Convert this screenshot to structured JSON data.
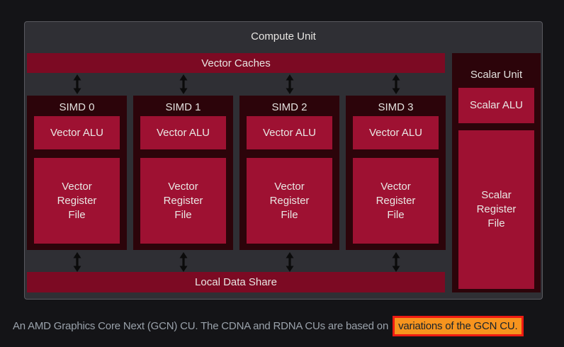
{
  "diagram": {
    "title": "Compute Unit",
    "vector_caches": "Vector Caches",
    "local_data_share": "Local Data Share",
    "simds": [
      {
        "label": "SIMD 0",
        "alu": "Vector ALU",
        "register_file": "Vector\nRegister\nFile"
      },
      {
        "label": "SIMD 1",
        "alu": "Vector ALU",
        "register_file": "Vector\nRegister\nFile"
      },
      {
        "label": "SIMD 2",
        "alu": "Vector ALU",
        "register_file": "Vector\nRegister\nFile"
      },
      {
        "label": "SIMD 3",
        "alu": "Vector ALU",
        "register_file": "Vector\nRegister\nFile"
      }
    ],
    "scalar_unit": {
      "label": "Scalar Unit",
      "alu": "Scalar ALU",
      "register_file": "Scalar\nRegister\nFile"
    }
  },
  "caption": {
    "text": "An AMD Graphics Core Next (GCN) CU. The CDNA and RDNA CUs are based on",
    "highlight": "variations of the GCN CU."
  },
  "colors": {
    "page_background": "#141417",
    "panel_gray": "#2f2f34",
    "panel_border": "#5a5a60",
    "bar_crimson": "#7c0a23",
    "block_dark_maroon": "#2c040a",
    "box_crimson": "#9e1132",
    "label_text": "#e8e6e3",
    "caption_text": "#9aa2ab",
    "highlight_background": "#f7941e",
    "highlight_border": "#ee1b12",
    "arrow_black": "#0b0b0b"
  }
}
